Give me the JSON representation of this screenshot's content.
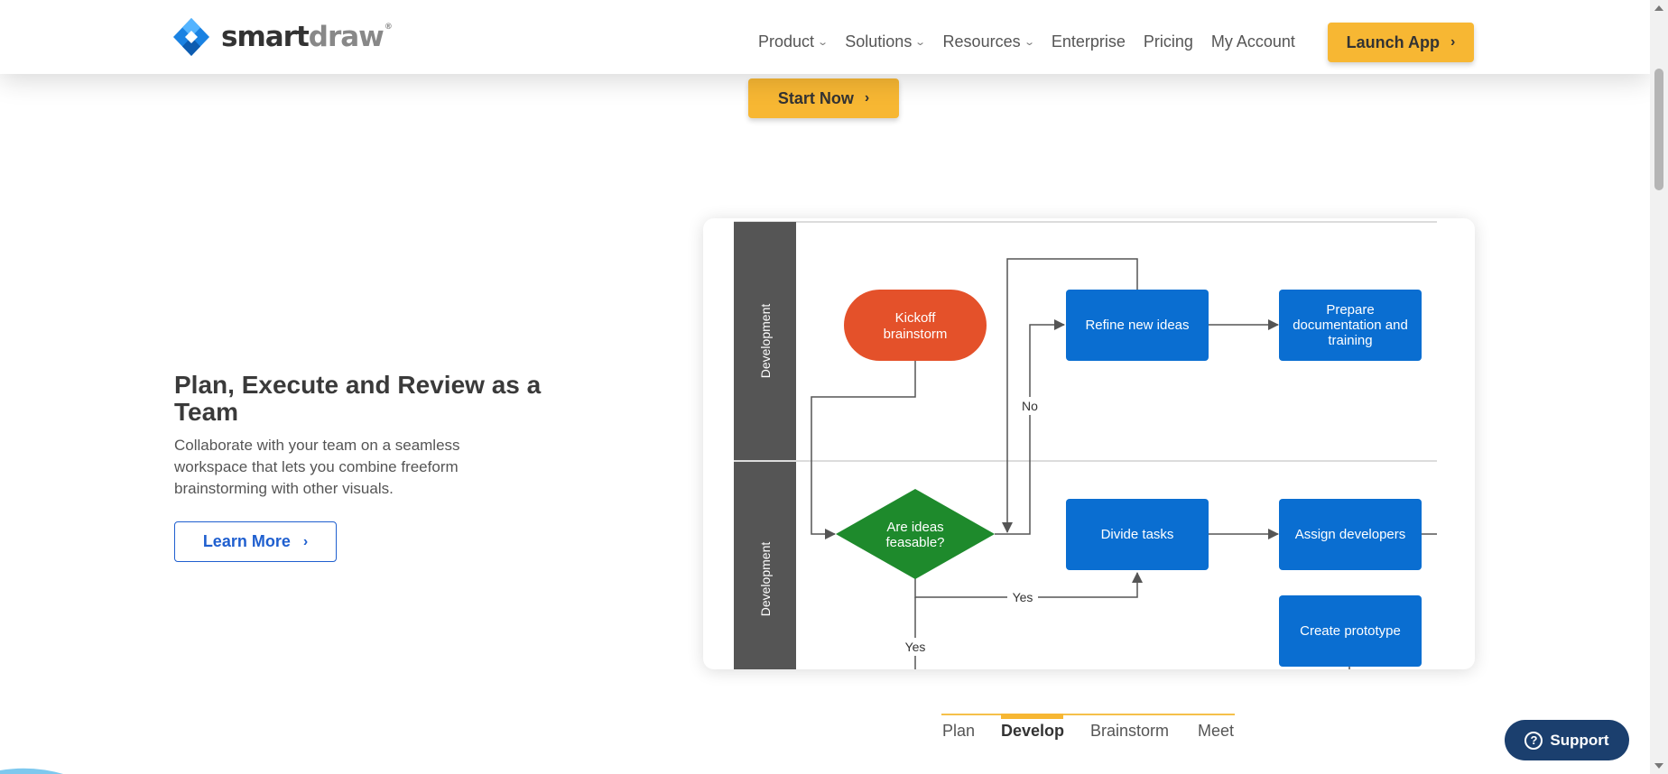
{
  "header": {
    "logo": {
      "brand_bold": "smart",
      "brand_light": "draw",
      "tm": "®"
    },
    "nav": [
      {
        "label": "Product",
        "dropdown": true
      },
      {
        "label": "Solutions",
        "dropdown": true
      },
      {
        "label": "Resources",
        "dropdown": true
      },
      {
        "label": "Enterprise",
        "dropdown": false
      },
      {
        "label": "Pricing",
        "dropdown": false
      },
      {
        "label": "My Account",
        "dropdown": false
      }
    ],
    "launch_label": "Launch App"
  },
  "hero": {
    "start_label": "Start Now"
  },
  "feature": {
    "headline": "Plan, Execute and Review as a Team",
    "description": "Collaborate with your team on a seamless workspace that lets you combine freeform brainstorming with other visuals.",
    "learn_label": "Learn More"
  },
  "diagram": {
    "lanes": [
      "Development",
      "Development"
    ],
    "nodes": {
      "kickoff": [
        "Kickoff",
        "brainstorm"
      ],
      "decision": [
        "Are ideas",
        "feasable?"
      ],
      "refine": "Refine new ideas",
      "prepare": [
        "Prepare",
        "documentation and",
        "training"
      ],
      "divide": "Divide tasks",
      "assign": "Assign developers",
      "prototype": "Create prototype"
    },
    "edge_labels": {
      "no": "No",
      "yes_right": "Yes",
      "yes_down": "Yes"
    },
    "colors": {
      "lane": "#555555",
      "start": "#e4512a",
      "decision": "#1e8a2c",
      "process": "#0a6ed1"
    }
  },
  "tabs": [
    {
      "label": "Plan",
      "active": false
    },
    {
      "label": "Develop",
      "active": true
    },
    {
      "label": "Brainstorm",
      "active": false
    },
    {
      "label": "Meet",
      "active": false
    }
  ],
  "support": {
    "label": "Support",
    "icon": "question-circle-icon"
  },
  "colors": {
    "accent": "#f7b733",
    "link": "#1f5fcf",
    "support_bg": "#1b3f6e"
  }
}
